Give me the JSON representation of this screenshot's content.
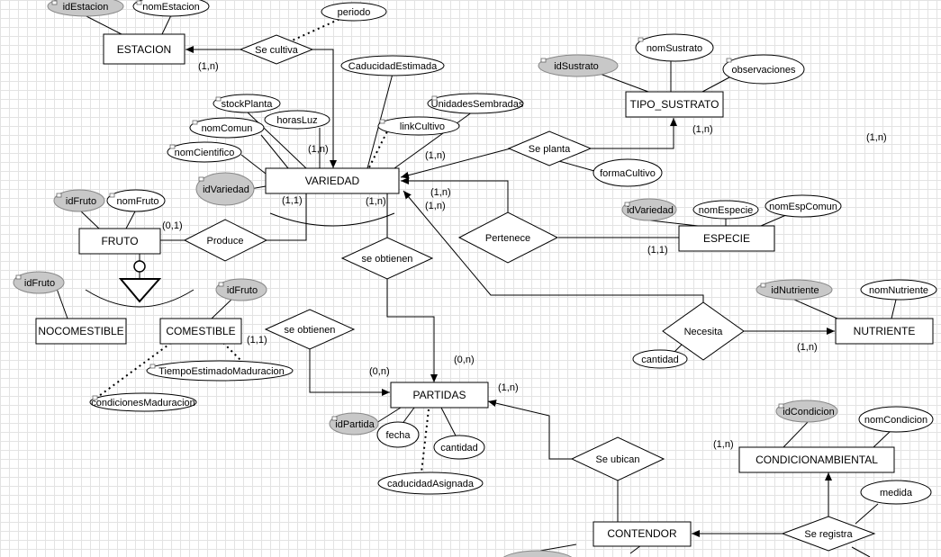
{
  "entities": {
    "estacion": "ESTACION",
    "variedad": "VARIEDAD",
    "tipo_sustrato": "TIPO_SUSTRATO",
    "fruto": "FRUTO",
    "especie": "ESPECIE",
    "nocomestible": "NOCOMESTIBLE",
    "comestible": "COMESTIBLE",
    "nutriente": "NUTRIENTE",
    "partidas": "PARTIDAS",
    "condicionambiental": "CONDICIONAMBIENTAL",
    "contendor": "CONTENDOR"
  },
  "relationships": {
    "se_cultiva": "Se cultiva",
    "se_planta": "Se planta",
    "produce": "Produce",
    "pertenece": "Pertenece",
    "se_obtienen_variedad": "se obtienen",
    "se_obtienen_comestible": "se obtienen",
    "necesita": "Necesita",
    "se_ubican": "Se ubican",
    "se_registra": "Se registra"
  },
  "attributes": {
    "idEstacion": "idEstacion",
    "nomEstacion": "nomEstacion",
    "periodo": "periodo",
    "caducidadEstimada": "CaducidadEstimada",
    "stockPlanta": "stockPlanta",
    "nomComun": "nomComun",
    "horasLuz": "horasLuz",
    "nomCientifico": "nomCientifico",
    "idVariedad": "idVariedad",
    "linkCultivo": "linkCultivo",
    "unidadesSembradas": "UnidadesSembradas",
    "nomSustrato": "nomSustrato",
    "idSustrato": "idSustrato",
    "observaciones": "observaciones",
    "formaCultivo": "formaCultivo",
    "idFruto_fruto": "idFruto",
    "nomFruto": "nomFruto",
    "idFruto_nocomestible": "idFruto",
    "idFruto_comestible": "idFruto",
    "idVariedad_especie": "idVariedad",
    "nomEspecie": "nomEspecie",
    "nomEspComun": "nomEspComun",
    "idNutriente": "idNutriente",
    "nomNutriente": "nomNutriente",
    "cantidad_necesita": "cantidad",
    "tiempoEstimadoMaduracion": "TiempoEstimadoMaduracion",
    "condicionesMaduracion": "condicionesMaduracion",
    "idPartida": "idPartida",
    "fecha": "fecha",
    "cantidad_partidas": "cantidad",
    "caducidadAsignada": "caducidadAsignada",
    "idCondicion": "idCondicion",
    "nomCondicion": "nomCondicion",
    "medida": "medida"
  },
  "cardinalities": {
    "estacion_se_cultiva": "(1,n)",
    "variedad_top": "(1,n)",
    "variedad_right_upper": "(1,n)",
    "tipo_sustrato": "(1,n)",
    "far_right": "(1,n)",
    "variedad_right_a": "(1,n)",
    "variedad_right_b": "(1,n)",
    "fruto": "(0,1)",
    "variedad_left": "(1,1)",
    "variedad_bottom": "(1,n)",
    "especie": "(1,1)",
    "comestible": "(1,1)",
    "nutriente": "(1,n)",
    "partidas_left": "(0,n)",
    "partidas_top": "(0,n)",
    "partidas_right": "(1,n)",
    "condicionambiental": "(1,n)"
  }
}
